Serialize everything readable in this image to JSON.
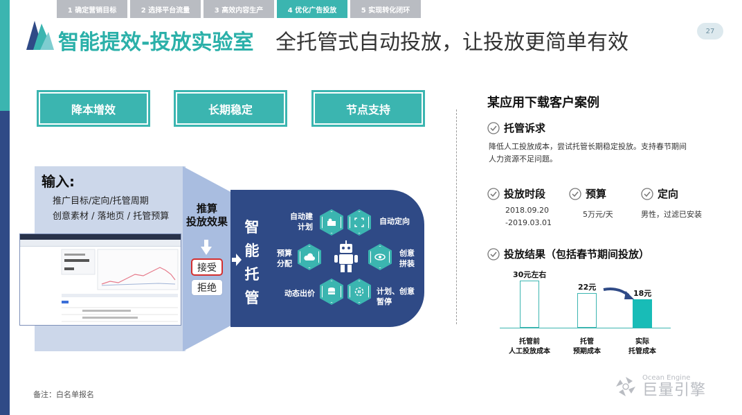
{
  "nav": {
    "tabs": [
      {
        "label": "1 确定营销目标"
      },
      {
        "label": "2 选择平台流量"
      },
      {
        "label": "3 高效内容生产"
      },
      {
        "label": "4 优化广告投放"
      },
      {
        "label": "5 实现转化闭环"
      }
    ],
    "active_index": 3
  },
  "header": {
    "title_bold": "智能提效-投放实验室",
    "title_rest": "全托管式自动投放，让投放更简单有效",
    "page_number": "27"
  },
  "features": [
    "降本增效",
    "长期稳定",
    "节点支持"
  ],
  "diagram": {
    "input_title": "输入:",
    "input_line1": "推广目标/定向/托管周期",
    "input_line2": "创意素材 / 落地页 / 托管预算",
    "recommend_line1": "推算",
    "recommend_line2": "投放效果",
    "accept": "接受",
    "reject": "拒绝",
    "auto_label": [
      "智",
      "能",
      "托",
      "管"
    ],
    "items": {
      "auto_plan": [
        "自动建",
        "计划"
      ],
      "auto_target": [
        "自动定向"
      ],
      "budget_alloc": [
        "预算",
        "分配"
      ],
      "creative_stitch": [
        "创意",
        "拼装"
      ],
      "dynamic_bid": [
        "动态出价"
      ],
      "plan_pause": [
        "计划、创意",
        "暂停"
      ]
    }
  },
  "case": {
    "title": "某应用下载客户案例",
    "need_label": "托管诉求",
    "need_text_1": "降低人工投放成本，尝试托管长期稳定投放。支持春节期间",
    "need_text_2": "人力资源不足问题。",
    "period_label": "投放时段",
    "period_1": "2018.09.20",
    "period_2": "-2019.03.01",
    "budget_label": "预算",
    "budget_value": "5万元/天",
    "target_label": "定向",
    "target_value": "男性，过滤已安装",
    "result_label": "投放结果（包括春节期间投放）"
  },
  "chart_data": {
    "type": "bar",
    "categories": [
      "托管前\n人工投放成本",
      "托管\n预期成本",
      "实际\n托管成本"
    ],
    "values": [
      30,
      22,
      18
    ],
    "data_labels": [
      "30元左右",
      "22元",
      "18元"
    ],
    "x_labels": [
      [
        "托管前",
        "人工投放成本"
      ],
      [
        "托管",
        "预期成本"
      ],
      [
        "实际",
        "托管成本"
      ]
    ],
    "ylim": [
      0,
      30
    ],
    "colors": {
      "outline": "#3bb5b0",
      "filled": "#18bcb7"
    }
  },
  "footer": {
    "note": "备注：白名单报名",
    "brand_en": "Ocean Engine",
    "brand_cn": "巨量引擎"
  },
  "colors": {
    "teal": "#3bb5b0",
    "navy": "#2f4a86",
    "light_blue": "#ccd7ea",
    "accent_red": "#d32f2f"
  }
}
